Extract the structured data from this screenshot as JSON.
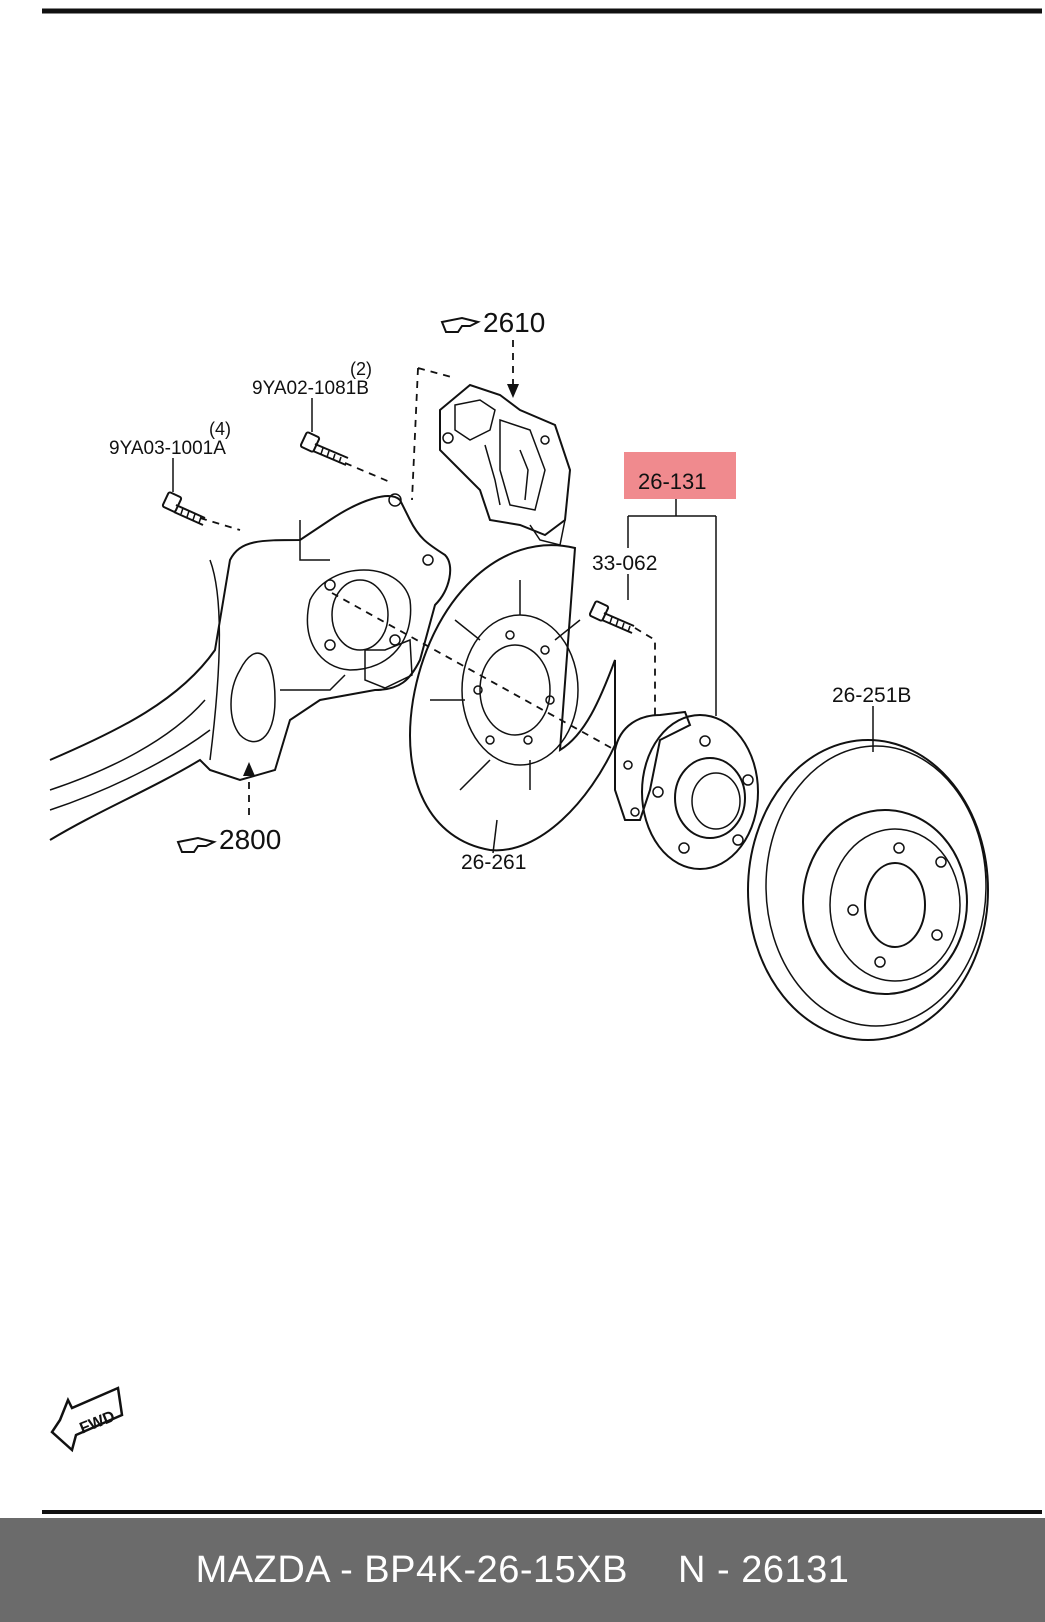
{
  "callouts": {
    "caliper_ref": "2610",
    "knuckle_ref": "2800",
    "bolt_a_part": "9YA02-1081B",
    "bolt_a_qty": "(2)",
    "bolt_b_part": "9YA03-1001A",
    "bolt_b_qty": "(4)",
    "hub_assembly": "26-131",
    "hub_bolt": "33-062",
    "dust_shield": "26-261",
    "brake_disc": "26-251B"
  },
  "fwd_label": "FWD",
  "highlight_color": "#f08a8e",
  "footer": {
    "part_number": "MAZDA - BP4K-26-15XB",
    "ref_number": "N - 26131",
    "background": "#6b6b6b"
  }
}
